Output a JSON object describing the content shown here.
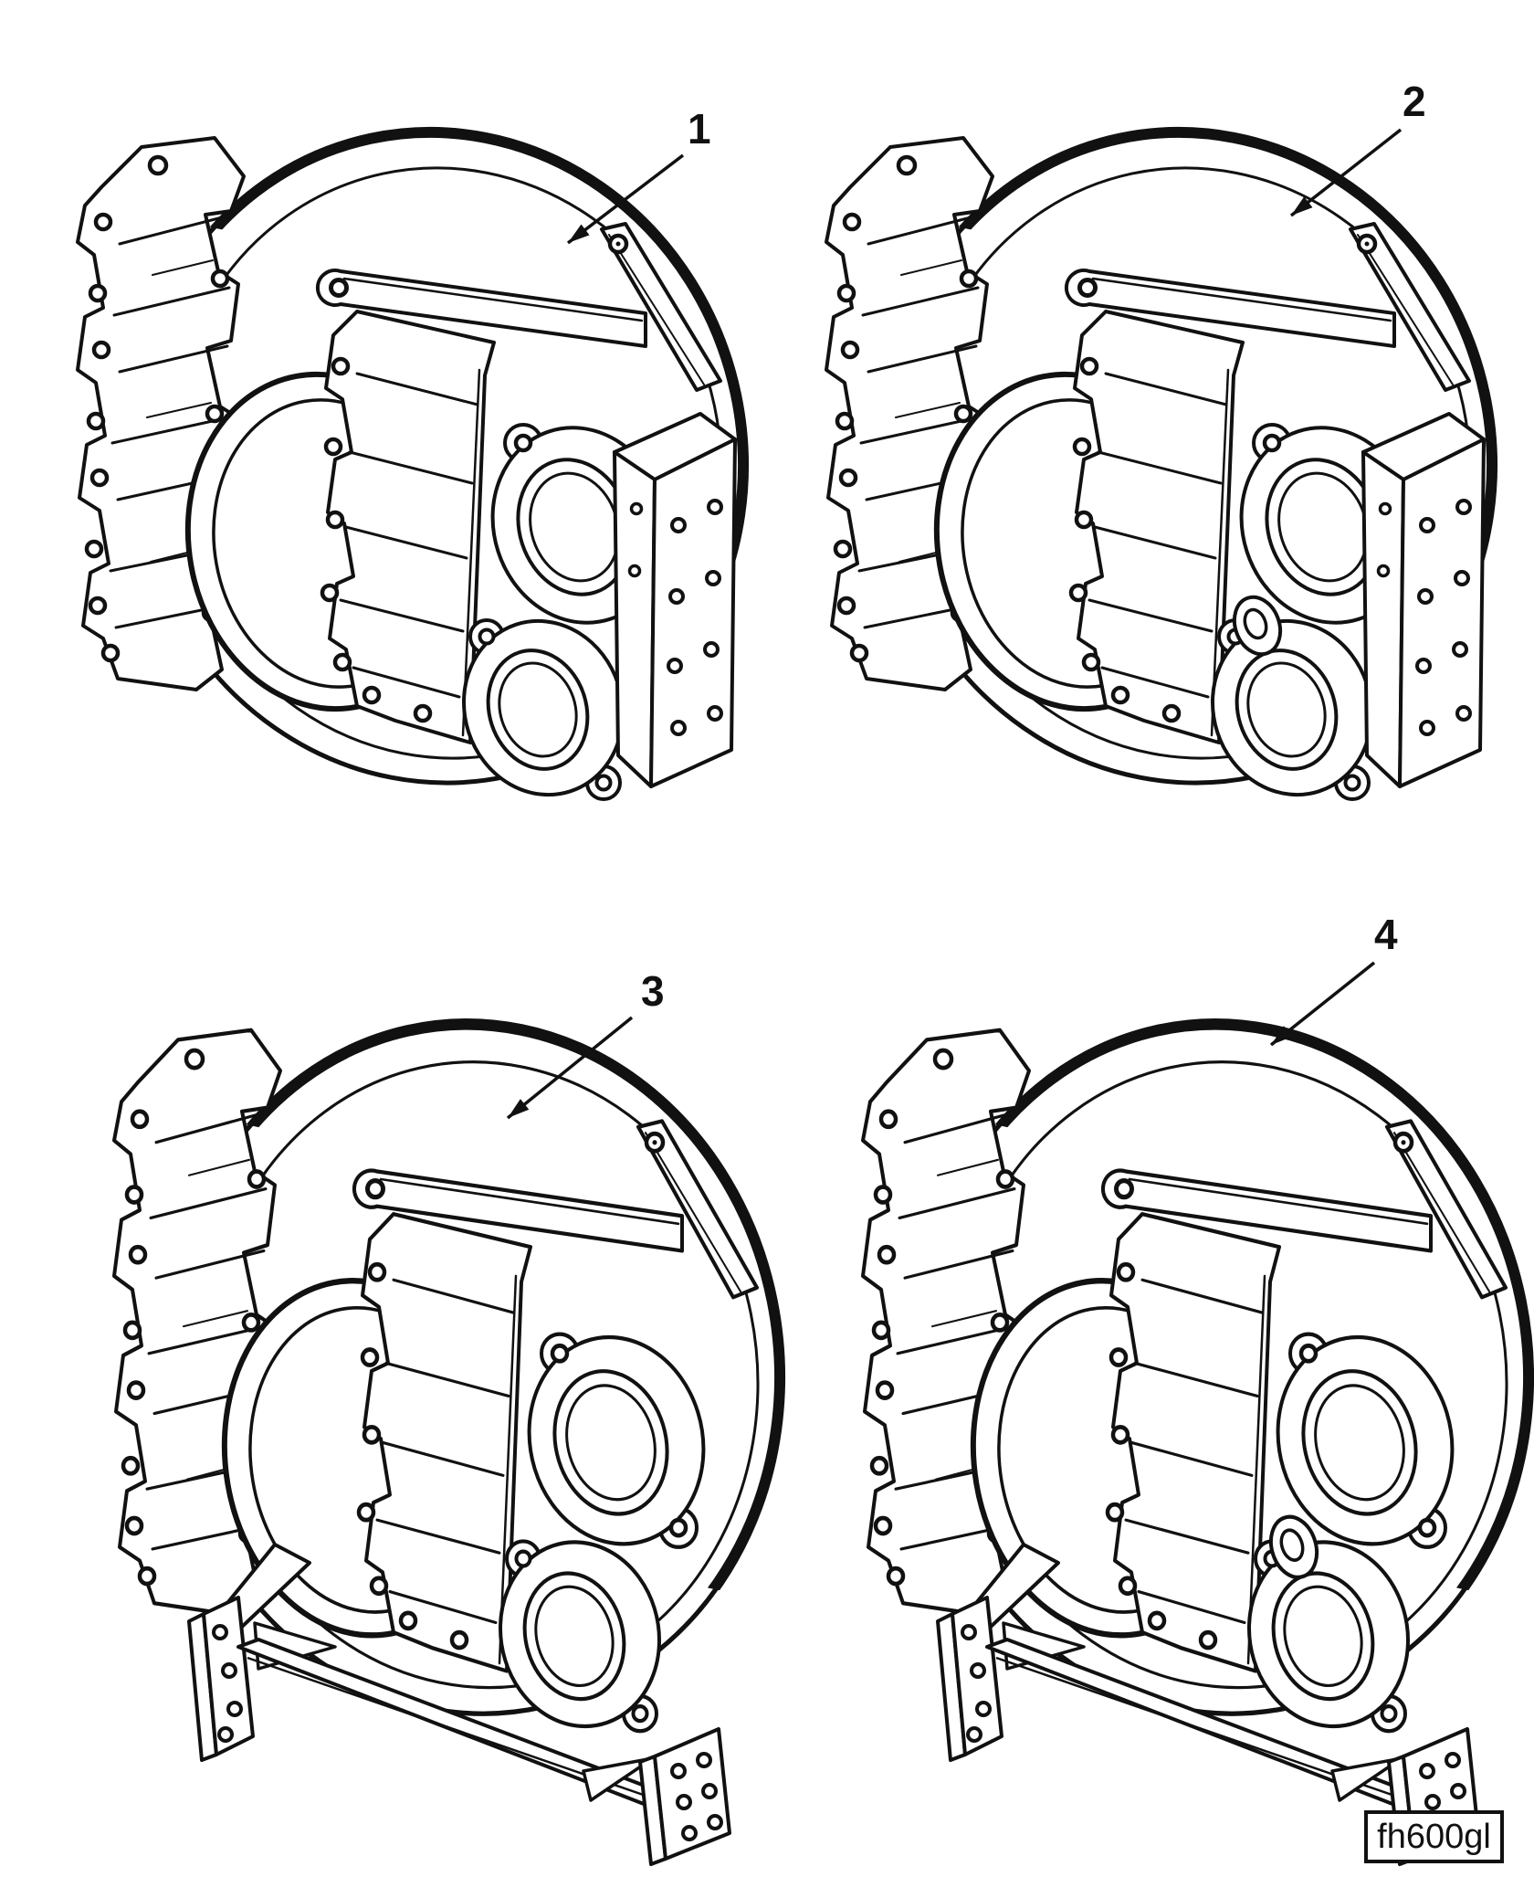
{
  "figure": {
    "background": "#ffffff",
    "line_color": "#111111",
    "code_label": "fh600gl",
    "callouts": [
      {
        "label": "1"
      },
      {
        "label": "2"
      },
      {
        "label": "3"
      },
      {
        "label": "4"
      }
    ]
  }
}
